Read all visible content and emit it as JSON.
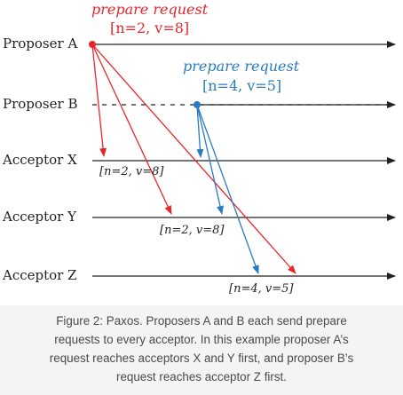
{
  "diagram": {
    "rows": [
      {
        "id": "proposer-a",
        "label": "Proposer A"
      },
      {
        "id": "proposer-b",
        "label": "Proposer B"
      },
      {
        "id": "acceptor-x",
        "label": "Acceptor X"
      },
      {
        "id": "acceptor-y",
        "label": "Acceptor Y"
      },
      {
        "id": "acceptor-z",
        "label": "Acceptor Z"
      }
    ],
    "proposals": [
      {
        "id": "a",
        "from": "proposer-a",
        "color": "#e8262a",
        "title": "prepare request",
        "value": "[n=2, v=8]"
      },
      {
        "id": "b",
        "from": "proposer-b",
        "color": "#2a7bc0",
        "title": "prepare request",
        "value": "[n=4, v=5]"
      }
    ],
    "message_labels": [
      {
        "on": "acceptor-x",
        "text": "[n=2, v=8]"
      },
      {
        "on": "acceptor-y",
        "text": "[n=2, v=8]"
      },
      {
        "on": "acceptor-z",
        "text": "[n=4, v=5]"
      }
    ]
  },
  "caption": {
    "lines": [
      "Figure 2: Paxos. Proposers A and B each send prepare",
      "requests to every acceptor. In this example proposer A’s",
      "request reaches acceptors X and Y first, and proposer B’s",
      "request reaches acceptor Z first."
    ]
  }
}
